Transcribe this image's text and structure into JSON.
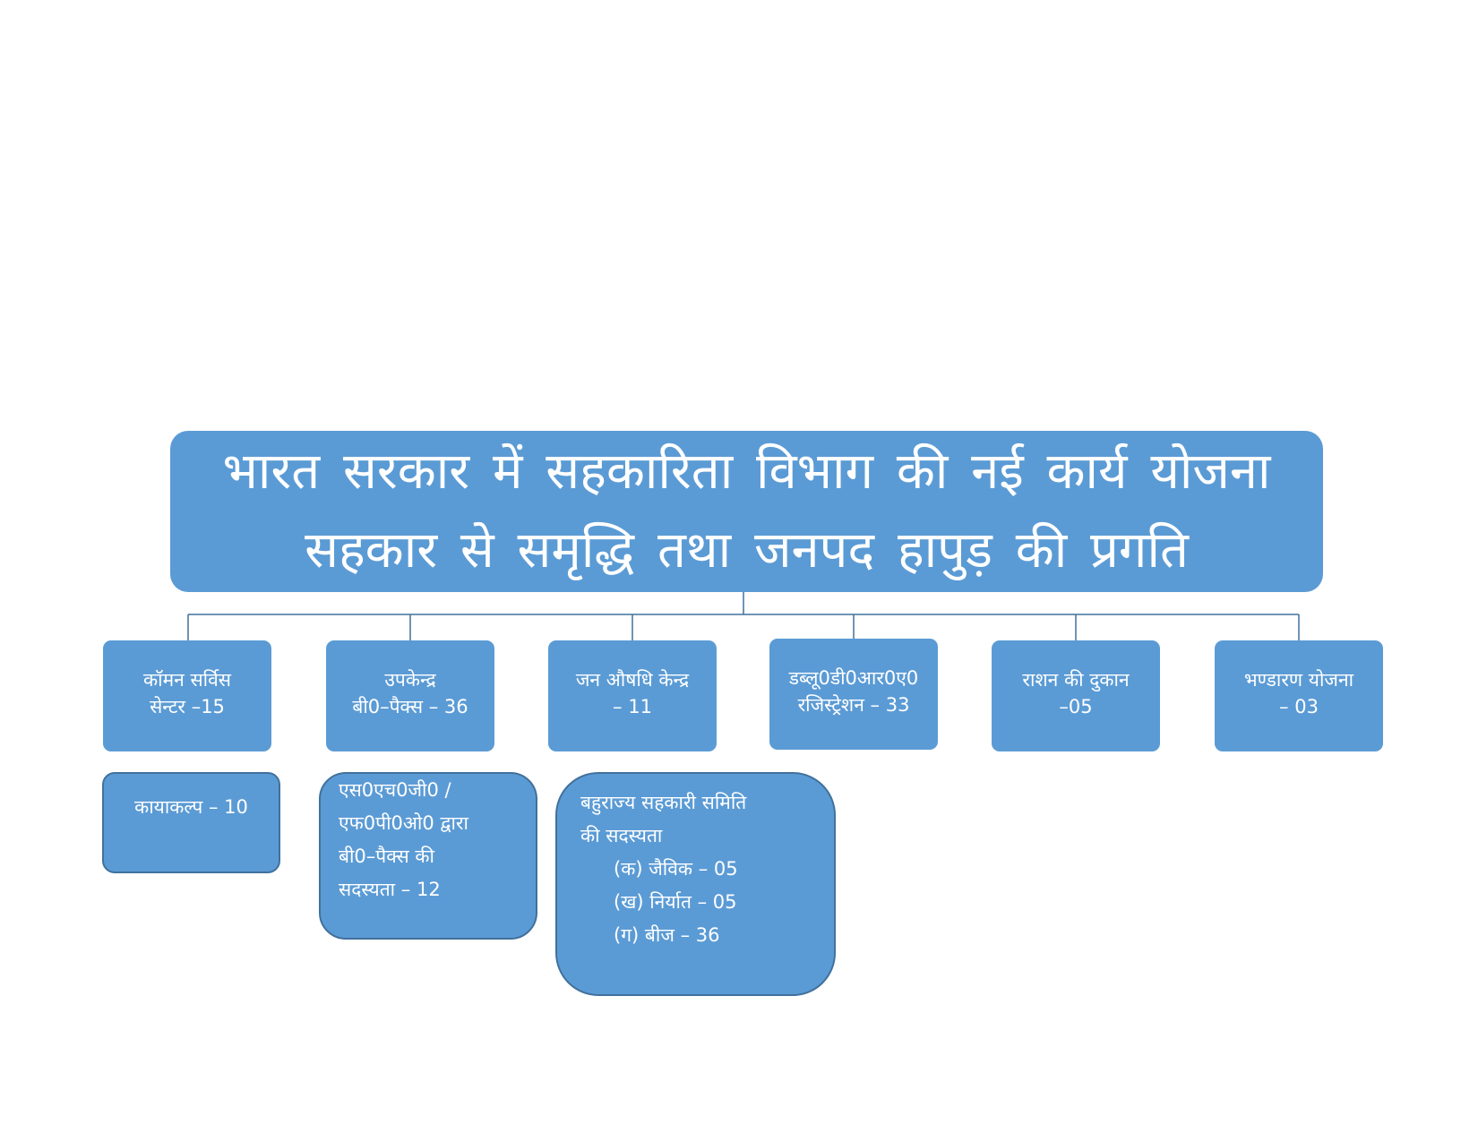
{
  "root": {
    "title_line1": "भारत सरकार में सहकारिता विभाग की नई कार्य योजना",
    "title_line2": "सहकार से समृद्धि तथा जनपद हापुड़ की प्रगति"
  },
  "branches": [
    {
      "line1": "कॉमन सर्विस",
      "line2": "सेन्टर –15"
    },
    {
      "line1": "उपकेन्द्र",
      "line2": "बी0–पैक्स – 36"
    },
    {
      "line1": "जन औषधि केन्द्र",
      "line2": "– 11"
    },
    {
      "line1": "डब्लू0डी0आर0ए0",
      "line2": "रजिस्ट्रेशन – 33"
    },
    {
      "line1": "राशन की दुकान",
      "line2": "–05"
    },
    {
      "line1": "भण्डारण योजना",
      "line2": "– 03"
    }
  ],
  "sub_boxes": {
    "kayakalp": "कायाकल्प – 10",
    "shg": {
      "lines": [
        "एस0एच0जी0 /",
        "एफ0पी0ओ0 द्वारा",
        "बी0–पैक्स की",
        "सदस्यता – 12"
      ]
    },
    "multistate": {
      "heading_line1": "बहुराज्य सहकारी समिति",
      "heading_line2": "की सदस्यता",
      "items": [
        "(क) जैविक – 05",
        "(ख) निर्यात – 05",
        "(ग) बीज – 36"
      ]
    }
  },
  "colors": {
    "box_fill": "#5b9bd5",
    "box_border": "#41719c",
    "connector": "#41719c",
    "text": "#ffffff"
  }
}
